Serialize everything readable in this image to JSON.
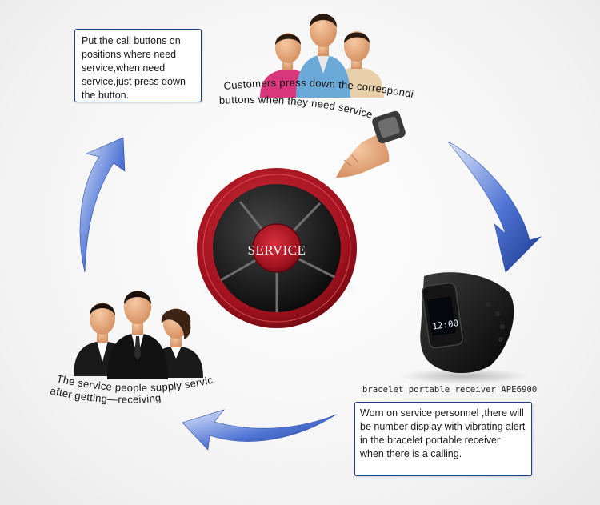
{
  "steps": {
    "place_buttons_note": "Put the call buttons on positions where need service,when need service,just press down the button.",
    "customers_caption_line1": "Customers press down the corresponding",
    "customers_caption_line2": "buttons when they need service",
    "receiver_caption": "bracelet portable receiver APE6900",
    "receiver_note": "Worn on service personnel ,there will be number display with vibrating alert in the bracelet portable receiver when there is a calling.",
    "service_caption_line1": "The service people supply service",
    "service_caption_line2": "after  getting—receiving"
  },
  "device": {
    "button_label": "SERVICE",
    "bracelet_time": "12:00"
  },
  "colors": {
    "arrow_blue": "#3d63c8",
    "arrow_dark": "#1b3a8c",
    "ring_red": "#a0121e",
    "note_border": "#1c3f8f"
  },
  "icons": [
    "customers-group-icon",
    "service-staff-group-icon",
    "pressing-hand-icon",
    "bracelet-receiver-icon",
    "call-button-icon",
    "cycle-arrow-icon"
  ]
}
